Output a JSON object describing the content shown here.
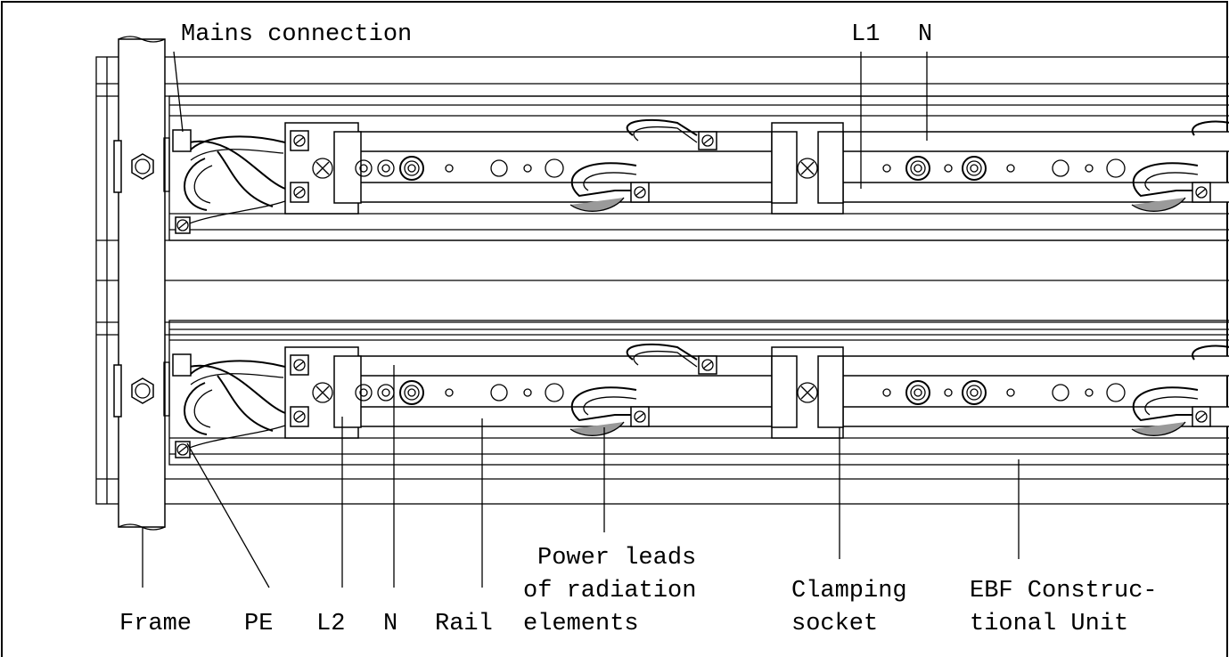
{
  "labels": {
    "mains_connection": "Mains connection",
    "l1": "L1",
    "n_top": "N",
    "frame": "Frame",
    "pe": "PE",
    "l2": "L2",
    "n_bottom": "N",
    "rail": "Rail",
    "power_leads_1": "Power leads",
    "power_leads_2": "of radiation",
    "power_leads_3": "elements",
    "clamping_1": "Clamping",
    "clamping_2": "socket",
    "ebf_1": "EBF Construc-",
    "ebf_2": "tional Unit"
  },
  "colors": {
    "line": "#000000",
    "background": "#ffffff",
    "lead_sleeve": "#9a9a9a"
  }
}
